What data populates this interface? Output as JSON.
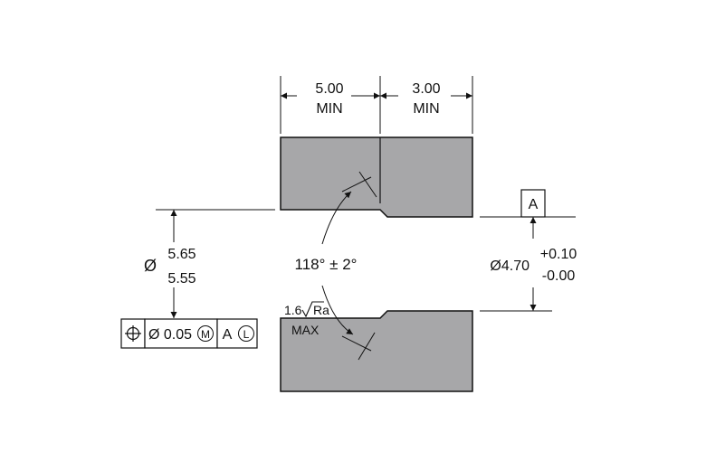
{
  "colors": {
    "part_fill": "#a7a7a9",
    "line": "#111111",
    "background": "#ffffff"
  },
  "top_dims": {
    "left_value": "5.00",
    "left_note": "MIN",
    "right_value": "3.00",
    "right_note": "MIN"
  },
  "left_dim": {
    "symbol": "Ø",
    "upper": "5.65",
    "lower": "5.55"
  },
  "right_dim": {
    "value": "Ø4.70",
    "plus_tol": "+0.10",
    "minus_tol": "-0.00"
  },
  "datum": {
    "label": "A"
  },
  "angle": {
    "text": "118° ± 2°"
  },
  "surface_finish": {
    "value": "1.6",
    "unit": "Ra",
    "note": "MAX"
  },
  "feature_control_frame": {
    "symbol_icon": "position-icon",
    "tolerance": "Ø 0.05",
    "modifier": "M",
    "datum": "A",
    "datum_modifier": "L"
  }
}
